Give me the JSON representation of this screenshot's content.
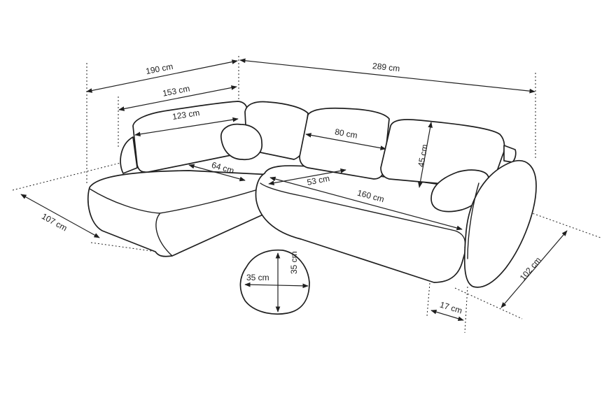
{
  "colors": {
    "stroke": "#1f1f1f",
    "background": "#ffffff"
  },
  "dimensions": {
    "total_width": "289 cm",
    "corner_width": "190 cm",
    "chaise_depth_inner": "153 cm",
    "backrest_left": "123 cm",
    "depth": "107 cm",
    "chaise_seat_depth": "64 cm",
    "seat_depth": "53 cm",
    "seat_width": "160 cm",
    "cushion_width": "80 cm",
    "back_height": "45 cm",
    "height": "102 cm",
    "armrest_width": "17 cm",
    "pillow_width": "35 cm",
    "pillow_height": "35 cm"
  }
}
